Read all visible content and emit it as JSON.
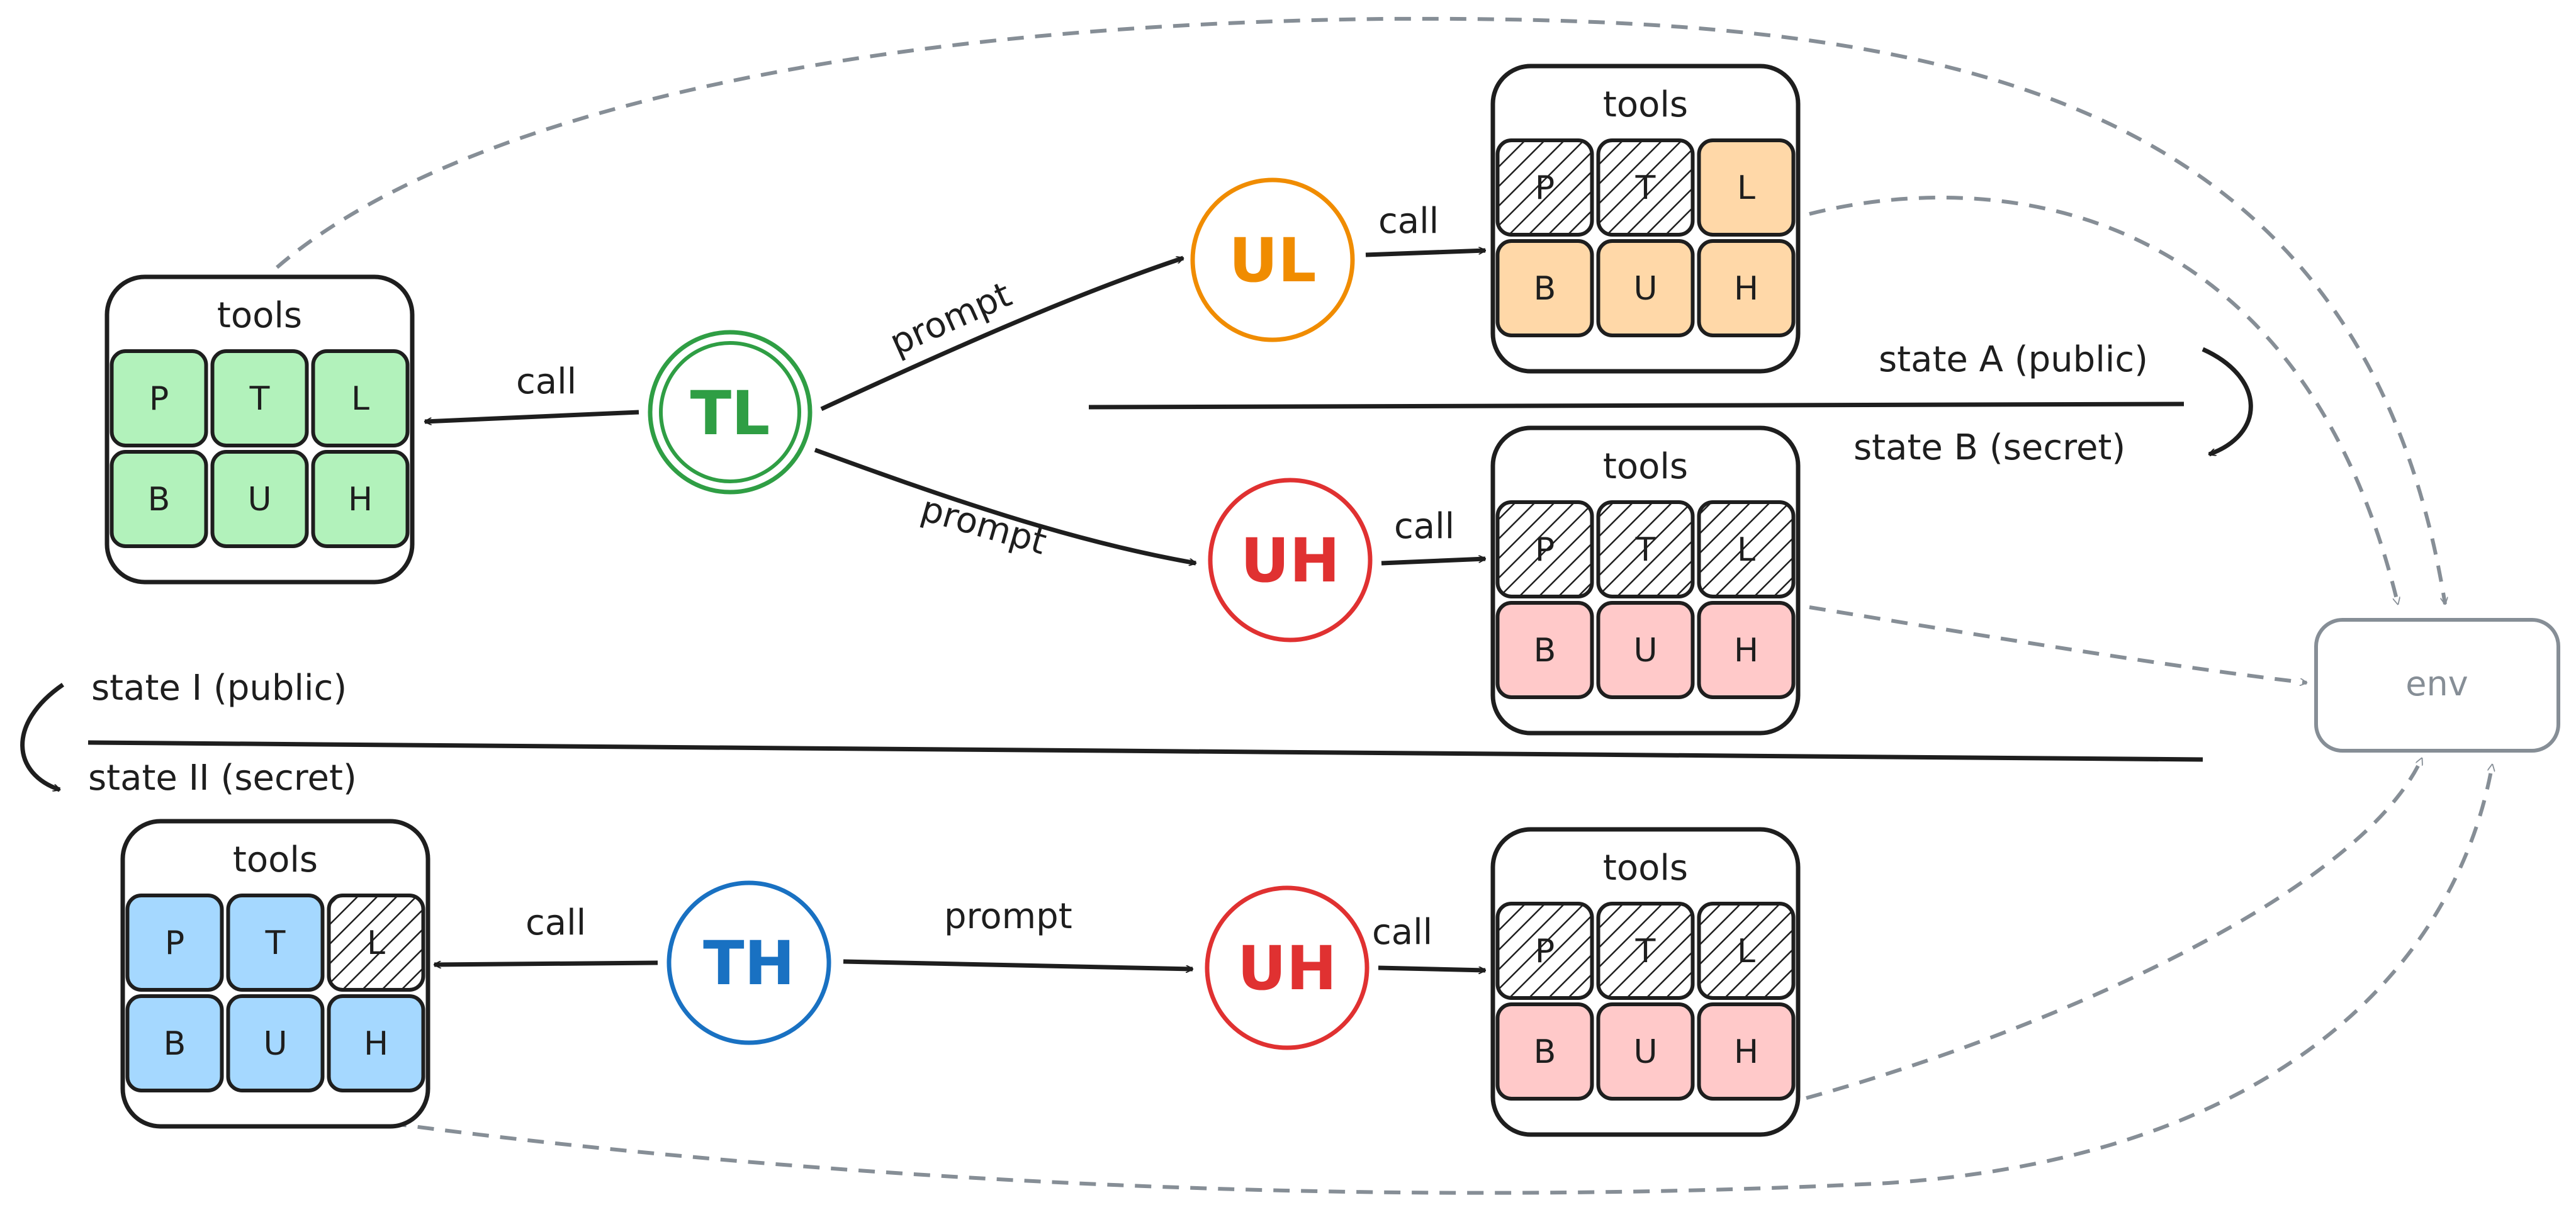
{
  "colors": {
    "ink": "#1e1e1e",
    "grey": "#868e96",
    "green": "#2f9e44",
    "green_fill": "#b2f2bb",
    "orange": "#f08c00",
    "orange_fill": "#ffd8a8",
    "red": "#e03131",
    "red_fill": "#ffc9c9",
    "blue": "#1971c2",
    "blue_fill": "#a5d8ff"
  },
  "nodes": {
    "tl": "TL",
    "ul": "UL",
    "uh_top": "UH",
    "th": "TH",
    "uh_bottom": "UH",
    "env": "env"
  },
  "toolbox_title": "tools",
  "cells": [
    "P",
    "T",
    "L",
    "B",
    "U",
    "H"
  ],
  "edges": {
    "call": "call",
    "prompt": "prompt"
  },
  "states": {
    "a": "state A (public)",
    "b": "state B (secret)",
    "i": "state I (public)",
    "ii": "state II (secret)"
  }
}
